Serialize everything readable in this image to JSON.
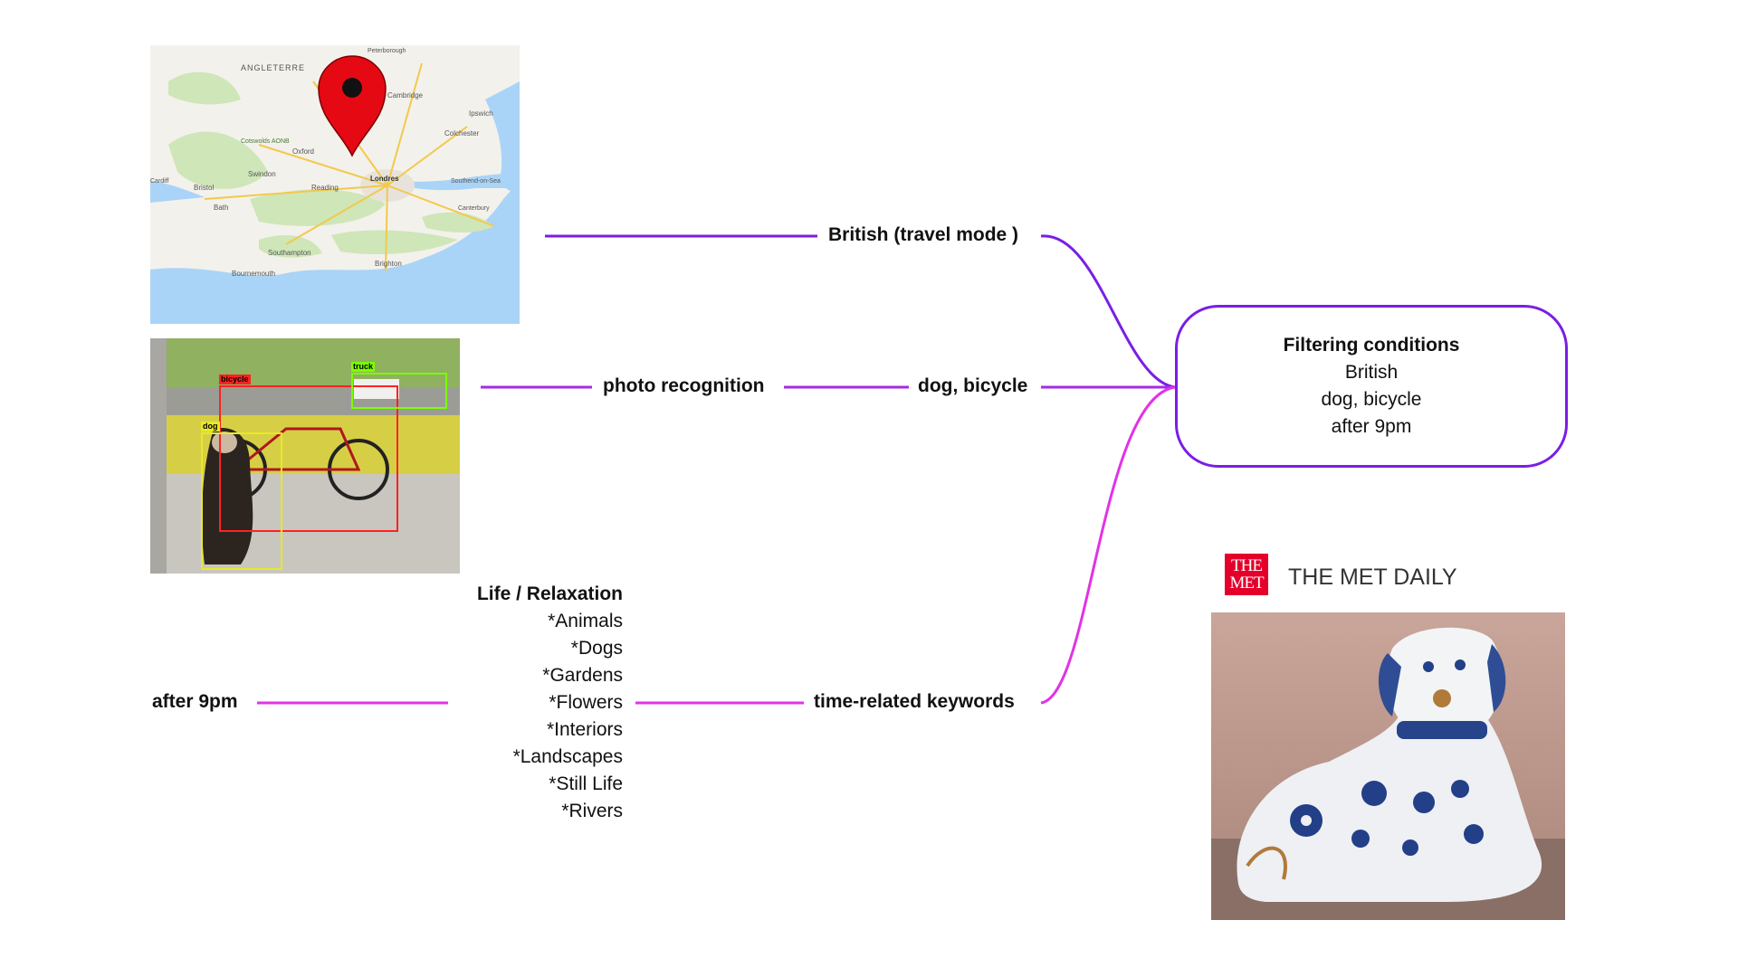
{
  "labels": {
    "british_travel_mode": "British (travel mode )",
    "photo_recognition": "photo recognition",
    "dog_bicycle": "dog, bicycle",
    "time_related_keywords": "time-related keywords",
    "after_9pm": "after 9pm"
  },
  "filter_box": {
    "title": "Filtering conditions",
    "lines": [
      "British",
      "dog, bicycle",
      "after 9pm"
    ]
  },
  "categories": {
    "title": "Life / Relaxation",
    "items": [
      "*Animals",
      "*Dogs",
      "*Gardens",
      "*Flowers",
      "*Interiors",
      "*Landscapes",
      "*Still Life",
      "*Rivers"
    ]
  },
  "map": {
    "places": [
      "ANGLETERRE",
      "Cambridge",
      "Oxford",
      "Londres",
      "Reading",
      "Swindon",
      "Bristol",
      "Bath",
      "Southampton",
      "Bournemouth",
      "Brighton",
      "Ipswich",
      "Colchester",
      "Southend-on-Sea",
      "Canterbury",
      "Cotswolds AONB",
      "Cardiff",
      "Peterborough"
    ]
  },
  "detections": [
    "bicycle",
    "dog",
    "truck"
  ],
  "met": {
    "logo_line1": "THE",
    "logo_line2": "MET",
    "title": "THE MET DAILY"
  },
  "colors": {
    "purple": "#7a1ee6",
    "magenta": "#e232e6",
    "violet": "#a72ae6",
    "pin_red": "#e50914",
    "met_red": "#e4002b"
  }
}
